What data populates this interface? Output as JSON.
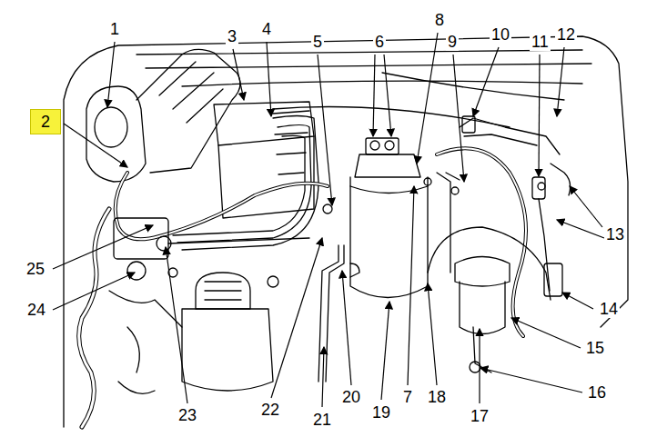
{
  "diagram": {
    "nodes": [
      {
        "text": [
          "2"
        ]
      }
    ],
    "labels": [
      "1",
      "3",
      "4",
      "5",
      "6",
      "7",
      "8",
      "9",
      "10",
      "11",
      "12",
      "13",
      "14",
      "15",
      "16",
      "17",
      "18",
      "19",
      "20",
      "21",
      "22",
      "23",
      "24",
      "25"
    ]
  }
}
